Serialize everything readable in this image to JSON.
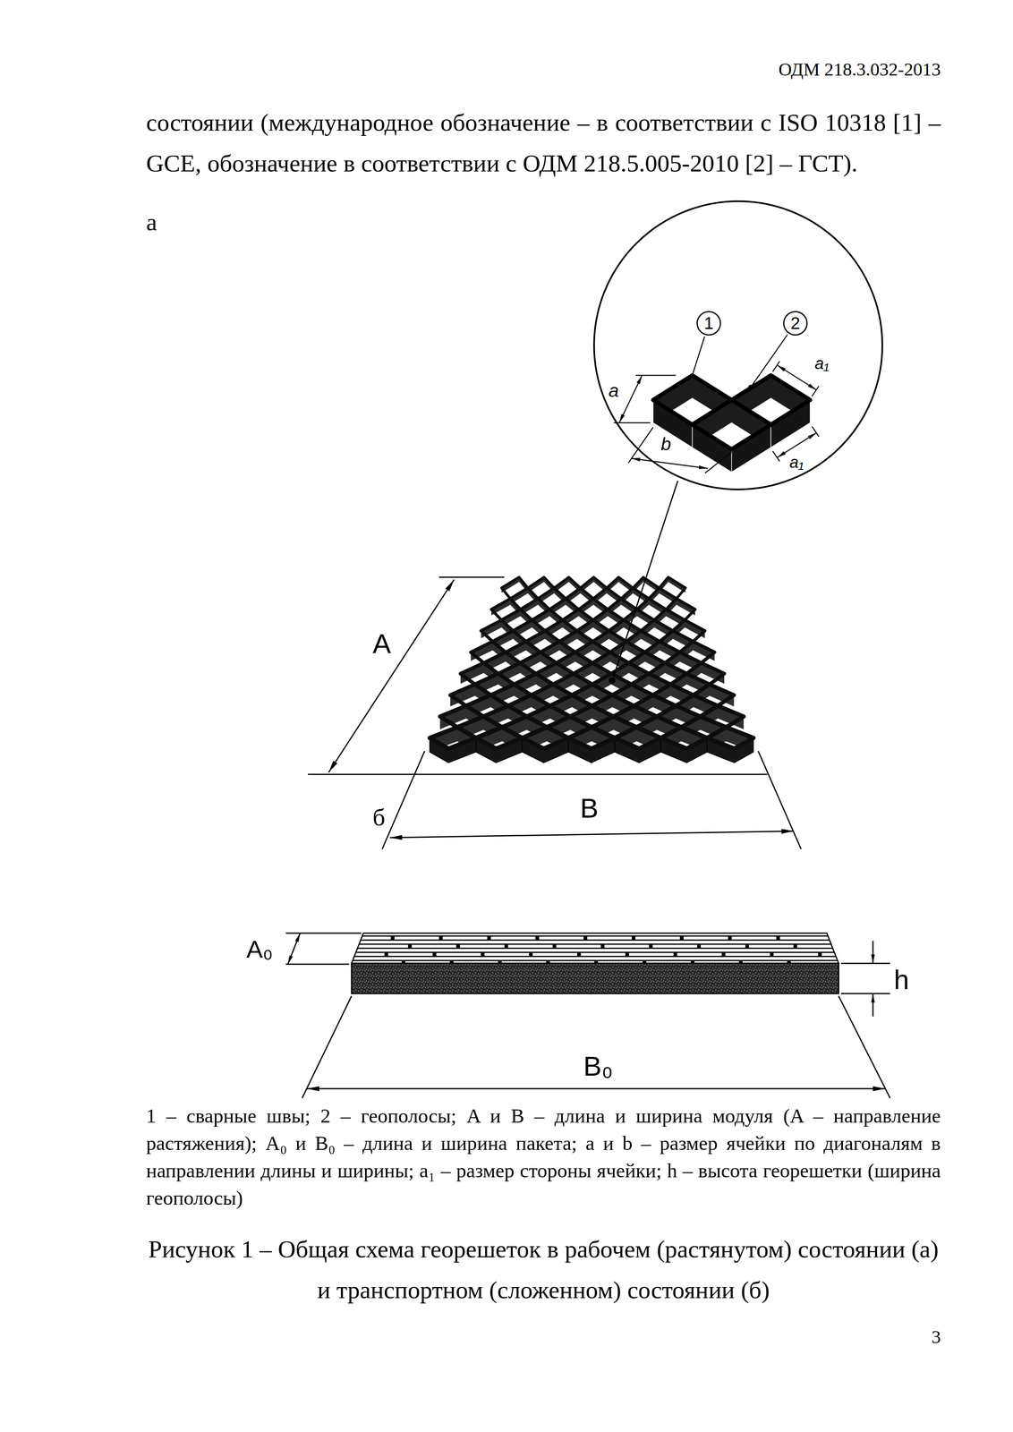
{
  "diagram": {
    "caption": "Рисунок 1 – Общая схема георешеток в рабочем (растянутом) состоянии (а) и транспортном (сложенном) состоянии (б)",
    "nodes": [
      {
        "text": [
          "1"
        ]
      },
      {
        "text": [
          "2"
        ]
      }
    ],
    "labels": [
      "ОДМ 218.3.032-2013",
      "состоянии (международное обозначение – в соответствии с ISO 10318 [1] – GCE, обозначение в соответствии с ОДМ 218.5.005-2010 [2] – ГСТ).",
      "а",
      "a",
      "b",
      "a₁",
      "a₁",
      "A",
      "B",
      "б",
      "A₀",
      "h",
      "B₀",
      "1 – сварные швы; 2 – геополосы; A и B – длина и ширина модуля (A – направление растяжения); A₀ и B₀ – длина и ширина пакета; a и b – размер ячейки по диагоналям в направлении длины и ширины; a₁ – размер стороны ячейки; h – высота георешетки (ширина геополосы)",
      "3"
    ]
  }
}
